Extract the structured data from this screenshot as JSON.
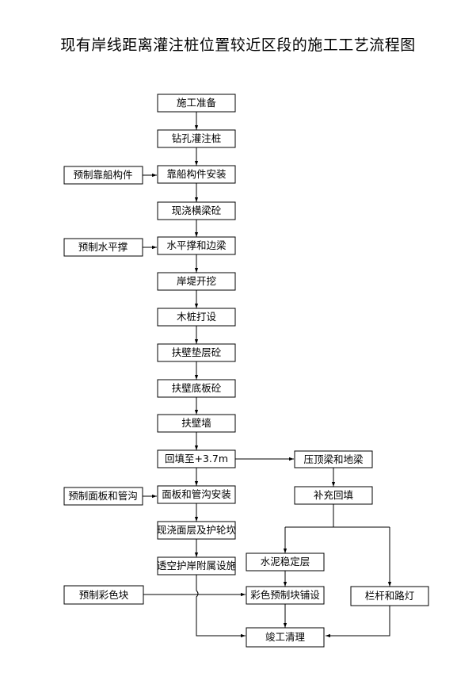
{
  "title": "现有岸线距离灌注桩位置较近区段的施工工艺流程图",
  "nodes": {
    "n_prep": "施工准备",
    "n_drill": "钻孔灌注桩",
    "n_fender_install": "靠船构件安装",
    "n_beam_cast": "现浇横梁砼",
    "n_brace_beam": "水平撑和边梁",
    "n_bank_dig": "岸堤开挖",
    "n_wood_pile": "木桩打设",
    "n_wall_cushion": "扶壁垫层砼",
    "n_wall_bottom": "扶壁底板砼",
    "n_wall": "扶壁墙",
    "n_backfill": "回填至+3.7m",
    "n_panel_install": "面板和管沟安装",
    "n_surface_cast": "现浇面层及护轮坎",
    "n_facility": "透空护岸附属设施",
    "n_color_lay": "彩色预制块铺设",
    "n_complete": "竣工清理",
    "n_pre_fender": "预制靠船构件",
    "n_pre_brace": "预制水平撑",
    "n_pre_panel": "预制面板和管沟",
    "n_pre_color": "预制彩色块",
    "n_cap_beam": "压顶梁和地梁",
    "n_supp_fill": "补充回填",
    "n_cement_layer": "水泥稳定层",
    "n_rail_light": "栏杆和路灯"
  }
}
